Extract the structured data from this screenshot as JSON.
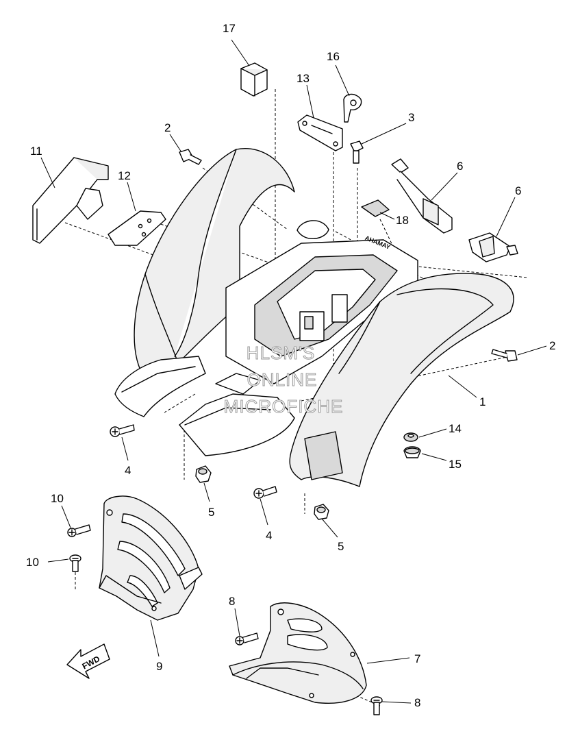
{
  "callouts": {
    "p1": "1",
    "p2a": "2",
    "p2b": "2",
    "p3": "3",
    "p4a": "4",
    "p4b": "4",
    "p5a": "5",
    "p5b": "5",
    "p6a": "6",
    "p6b": "6",
    "p7": "7",
    "p8a": "8",
    "p8b": "8",
    "p9": "9",
    "p10a": "10",
    "p10b": "10",
    "p11": "11",
    "p12": "12",
    "p13": "13",
    "p14": "14",
    "p15": "15",
    "p16": "16",
    "p17": "17",
    "p18": "18"
  },
  "brand_mark": "YAMAHA",
  "direction_arrow": "FWD",
  "watermark": [
    "HLSM'S",
    "ONLINE",
    "MICROFICHE"
  ]
}
